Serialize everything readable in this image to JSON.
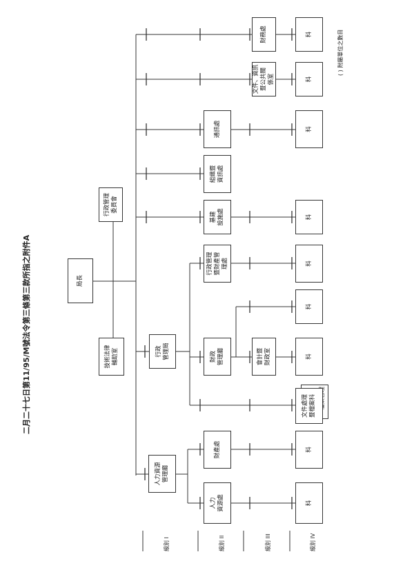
{
  "title": "二月二十七日第11/95/M號法令第三條第三款所指之附件A",
  "note": "( ) 附屬單位之數目",
  "levels": [
    "級別 I",
    "級別 II",
    "級別 III",
    "級別 IV"
  ],
  "top": {
    "director": "局長",
    "committee": "行政管理\n委員會",
    "legal_office": "技術法律\n輔助室"
  },
  "level1": {
    "admin_bureau": "行政\n管理局",
    "hr_dept": "人力資源\n管理廳"
  },
  "level2": {
    "hr_division": "人力\n資源處",
    "property_division": "財產處",
    "finance_dept": "財政\n管理廳",
    "admin_property_division": "行政管理\n暨財產管\n理處",
    "infrastructure_division": "基建\n設施處",
    "org_info_division": "組織暨\n資訊處",
    "comm_division": "通訊處"
  },
  "level3": {
    "accounting_office": "會計暨\n財政室",
    "docs_pr_office": "文件、資訊\n暨公共關\n係室",
    "treasury_division": "財務處"
  },
  "level4": {
    "section": "科",
    "records_section": "文件處理\n暨檔案科",
    "archive_mgmt": "檔案管理"
  }
}
